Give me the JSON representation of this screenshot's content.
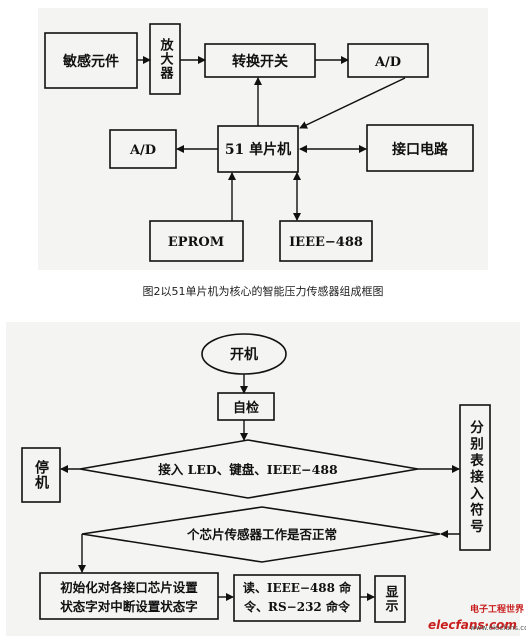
{
  "figure1": {
    "sensor": "敏感元件",
    "amplifier": "放大器",
    "switch": "转换开关",
    "adc_top": "A/D",
    "mcu": "51 单片机",
    "adc_left": "A/D",
    "interface": "接口电路",
    "eprom": "EPROM",
    "ieee": "IEEE−488",
    "caption": "图2以51单片机为核心的智能压力传感器组成框图"
  },
  "figure2": {
    "start": "开机",
    "selfcheck": "自检",
    "stop": "停机",
    "connect": "接入 LED、键盘、IEEE−488",
    "chip_check": "个芯片传感器工作是否正常",
    "symbols": "分别表接入符号",
    "init_line1": "初始化对各接口芯片设置",
    "init_line2": "状态字对中断设置状态字",
    "read_line1": "读、IEEE−488 命",
    "read_line2": "令、RS−232 命令",
    "display": "显示"
  },
  "watermark": {
    "brand": "elecfans·com",
    "cn": "电子工程世界",
    "url": "www.elecfans.com"
  }
}
